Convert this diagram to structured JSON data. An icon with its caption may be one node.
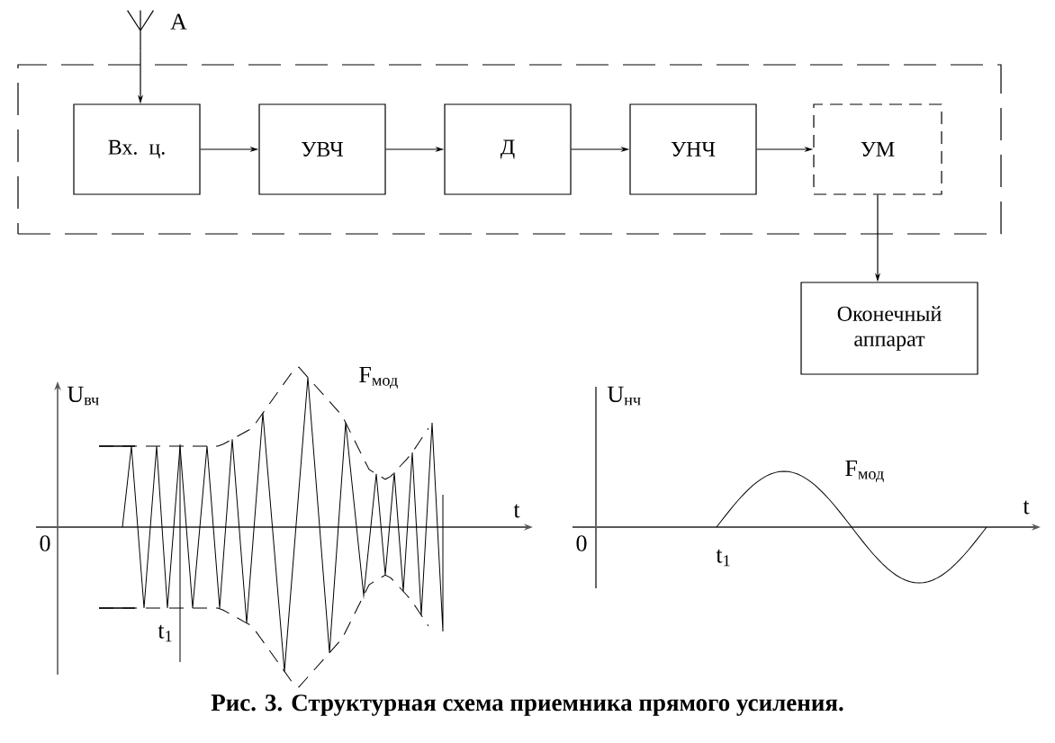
{
  "diagram": {
    "caption": "Рис. 3. Структурная схема приемника прямого усиления.",
    "nodes": [
      {
        "text": [],
        "shape": "box"
      },
      {
        "text": [
          "Вх. ц."
        ],
        "in": 0
      },
      {
        "text": [
          "УВЧ"
        ],
        "in": 0
      },
      {
        "text": [
          "Д"
        ],
        "in": 0
      },
      {
        "text": [
          "УНЧ"
        ],
        "in": 0
      },
      {
        "text": [
          "УМ"
        ],
        "in": 0
      },
      {
        "text": [
          "Оконечный аппарат"
        ]
      },
      {
        "text": [],
        "shape": "antenna",
        "beside": [
          "А"
        ]
      }
    ],
    "edges": [
      {
        "from": 7,
        "to": 1,
        "arrow": "to"
      },
      {
        "from": 1,
        "to": 2,
        "arrow": "to"
      },
      {
        "from": 2,
        "to": 3,
        "arrow": "to"
      },
      {
        "from": 3,
        "to": 4,
        "arrow": "to"
      },
      {
        "from": 4,
        "to": 5,
        "arrow": "to"
      },
      {
        "from": 5,
        "to": 6,
        "arrow": "to"
      }
    ],
    "labels": [
      "U$_{вч}$",
      "F$_{мод}$",
      "t",
      "0",
      "t$_{1}$",
      "U$_{нч}$",
      "F$_{мод}$",
      "t",
      "0",
      "t$_{1}$"
    ]
  }
}
